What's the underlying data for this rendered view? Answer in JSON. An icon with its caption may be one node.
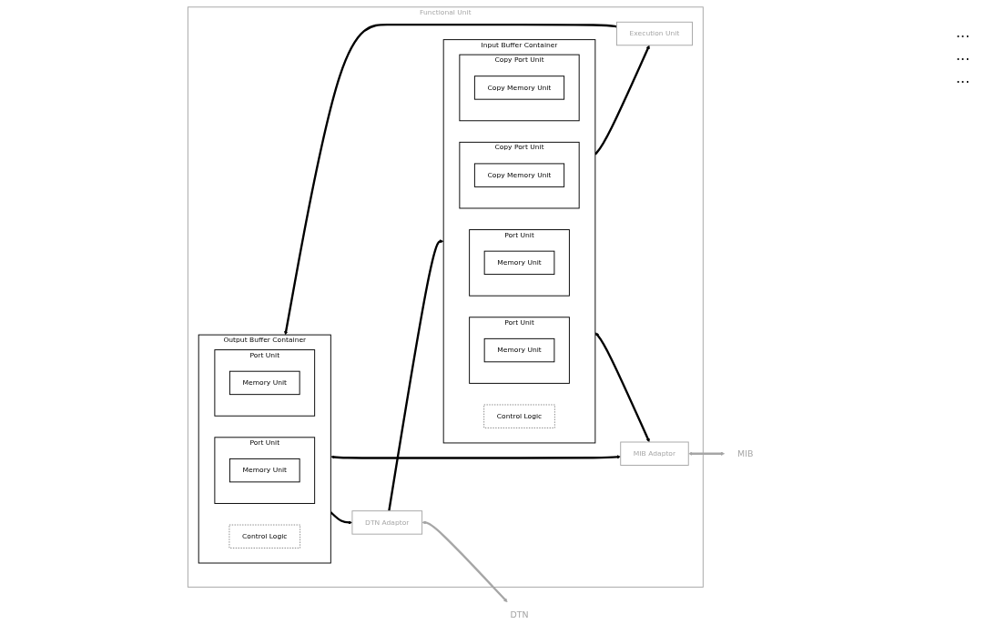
{
  "diagram": {
    "nodes": [
      {
        "text": [
          "Functional Unit"
        ]
      },
      {
        "text": [
          "Input Buffer Container"
        ],
        "in": 0
      },
      {
        "text": [
          "Port Unit"
        ],
        "in": 1
      },
      {
        "text": [
          "Memory Unit"
        ],
        "in": 2
      },
      {
        "text": [
          "Port Unit"
        ],
        "in": 1
      },
      {
        "text": [
          "Memory Unit"
        ],
        "in": 4
      },
      {
        "text": [
          "Copy Port Unit"
        ],
        "in": 1
      },
      {
        "text": [
          "Copy Memory Unit"
        ],
        "in": 6
      },
      {
        "text": [
          "Copy Port Unit"
        ],
        "in": 1
      },
      {
        "text": [
          "Copy Memory Unit"
        ],
        "in": 8
      },
      {
        "text": [
          "Control Logic"
        ],
        "in": 1
      },
      {
        "text": [
          "DTN Adaptor"
        ],
        "in": 0
      },
      {
        "text": [
          "Execution Unit"
        ],
        "in": 0
      },
      {
        "text": [
          "Output Buffer Container"
        ],
        "in": 0
      },
      {
        "text": [
          "Port Unit"
        ],
        "in": 13
      },
      {
        "text": [
          "Memory Unit"
        ],
        "in": 14
      },
      {
        "text": [
          "Port Unit"
        ],
        "in": 13
      },
      {
        "text": [
          "Memory Unit"
        ],
        "in": 16
      },
      {
        "text": [
          "Control Logic"
        ],
        "in": 13
      },
      {
        "text": [
          "MIB Adaptor"
        ],
        "in": 0
      },
      {
        "text": [
          "DTN"
        ]
      },
      {
        "text": [
          "MIB"
        ]
      }
    ],
    "edges": [
      {
        "from": 11,
        "to": 1,
        "arrow": "to"
      },
      {
        "from": 13,
        "to": 11,
        "arrow": "to"
      },
      {
        "from": 1,
        "to": 12,
        "arrow": "to"
      },
      {
        "from": 12,
        "to": 13,
        "arrow": "to"
      },
      {
        "from": 13,
        "to": 19,
        "arrow": "both"
      },
      {
        "from": 1,
        "to": 19,
        "arrow": "both"
      },
      {
        "from": 11,
        "to": 20,
        "arrow": "both",
        "color": "#a6a6a6"
      },
      {
        "from": 19,
        "to": 21,
        "arrow": "both",
        "color": "#a6a6a6"
      }
    ],
    "labels": [
      "...",
      "...",
      "..."
    ]
  }
}
